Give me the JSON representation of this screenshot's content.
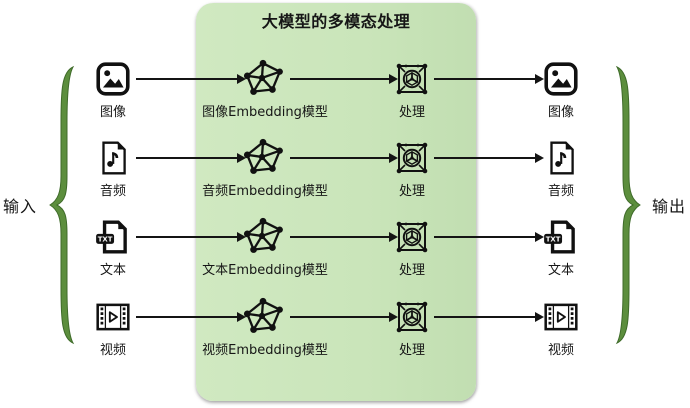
{
  "title": "大模型的多模态处理",
  "input_label": "输入",
  "output_label": "输出",
  "process_label": "处理",
  "rows": [
    {
      "modality": "图像",
      "icon": "image",
      "embedding_label": "图像Embedding模型"
    },
    {
      "modality": "音频",
      "icon": "audio-file",
      "embedding_label": "音频Embedding模型"
    },
    {
      "modality": "文本",
      "icon": "text-file",
      "embedding_label": "文本Embedding模型"
    },
    {
      "modality": "视频",
      "icon": "video-film",
      "embedding_label": "视频Embedding模型"
    }
  ],
  "text_file_badge": "TXT",
  "colors": {
    "panel_green": "#cae5ba",
    "brace_green": "#5c8e3d",
    "brace_edge": "#3f6b2a",
    "ink": "#141414"
  }
}
